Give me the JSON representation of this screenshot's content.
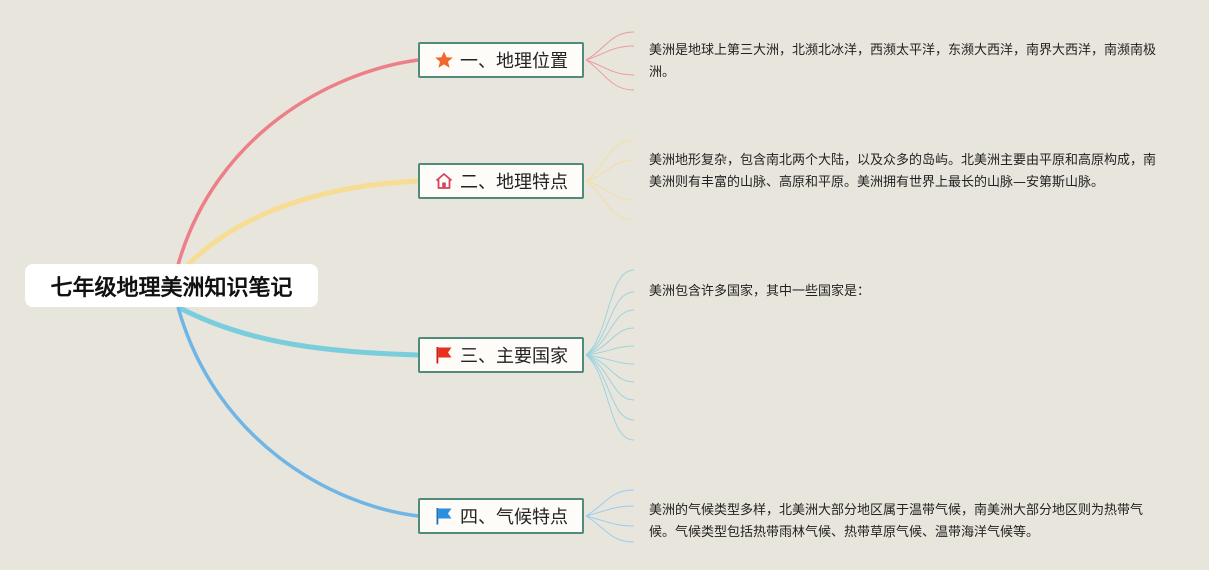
{
  "root": {
    "title": "七年级地理美洲知识笔记"
  },
  "branches": [
    {
      "label": "一、地理位置",
      "icon": "star-icon",
      "color": "#ec7f87",
      "note": "美洲是地球上第三大洲，北濒北冰洋，西濒太平洋，东濒大西洋，南界大西洋，南濒南极洲。"
    },
    {
      "label": "二、地理特点",
      "icon": "house-icon",
      "color": "#f7dd93",
      "note": "美洲地形复杂，包含南北两个大陆，以及众多的岛屿。北美洲主要由平原和高原构成，南美洲则有丰富的山脉、高原和平原。美洲拥有世界上最长的山脉—安第斯山脉。"
    },
    {
      "label": "三、主要国家",
      "icon": "red-flag-icon",
      "color": "#79cddc",
      "note": "美洲包含许多国家，其中一些国家是："
    },
    {
      "label": "四、气候特点",
      "icon": "blue-flag-icon",
      "color": "#6fb6e6",
      "note": "美洲的气候类型多样，北美洲大部分地区属于温带气候，南美洲大部分地区则为热带气候。气候类型包括热带雨林气候、热带草原气候、温带海洋气候等。"
    }
  ]
}
